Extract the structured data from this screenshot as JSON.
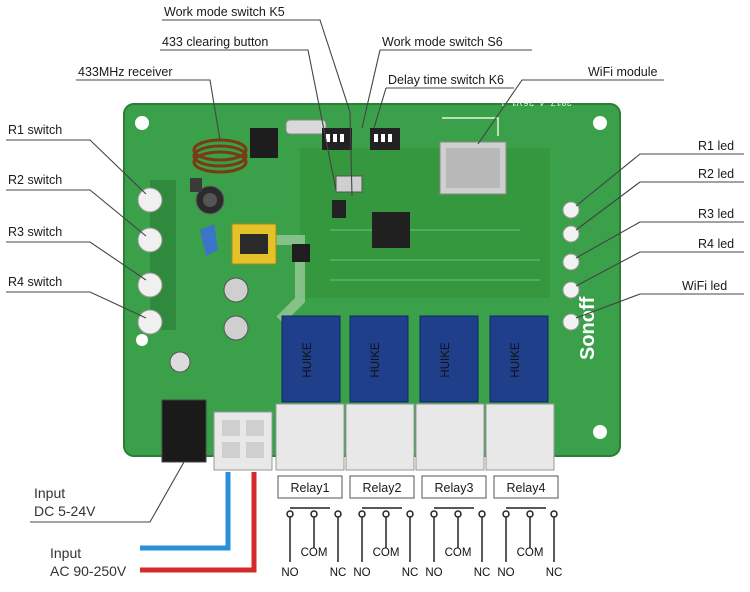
{
  "callouts": {
    "k5": "Work mode switch K5",
    "clear433": "433 clearing button",
    "s6": "Work mode switch S6",
    "rx433": "433MHz receiver",
    "k6": "Delay time switch K6",
    "wifi_module": "WiFi module",
    "r1_switch": "R1 switch",
    "r2_switch": "R2 switch",
    "r3_switch": "R3 switch",
    "r4_switch": "R4 switch",
    "r1_led": "R1 led",
    "r2_led": "R2 led",
    "r3_led": "R3 led",
    "r4_led": "R4 led",
    "wifi_led": "WiFi led"
  },
  "inputs": {
    "dc_title": "Input",
    "dc_range": "DC 5-24V",
    "ac_title": "Input",
    "ac_range": "AC 90-250V"
  },
  "relays": [
    {
      "label": "Relay1",
      "no": "NO",
      "com": "COM",
      "nc": "NC"
    },
    {
      "label": "Relay2",
      "no": "NO",
      "com": "COM",
      "nc": "NC"
    },
    {
      "label": "Relay3",
      "no": "NO",
      "com": "COM",
      "nc": "NC"
    },
    {
      "label": "Relay4",
      "no": "NO",
      "com": "COM",
      "nc": "NC"
    }
  ],
  "board": {
    "brand": "Sonoff",
    "relay_part": "HUIKE",
    "silk_rev": "V1.1",
    "silk_date": "2017.4.26"
  },
  "colors": {
    "pcb": "#3aa04a",
    "pcb_dark": "#2f8a3d",
    "live_wire": "#d62a2a",
    "neutral_wire": "#2a8fd6"
  }
}
